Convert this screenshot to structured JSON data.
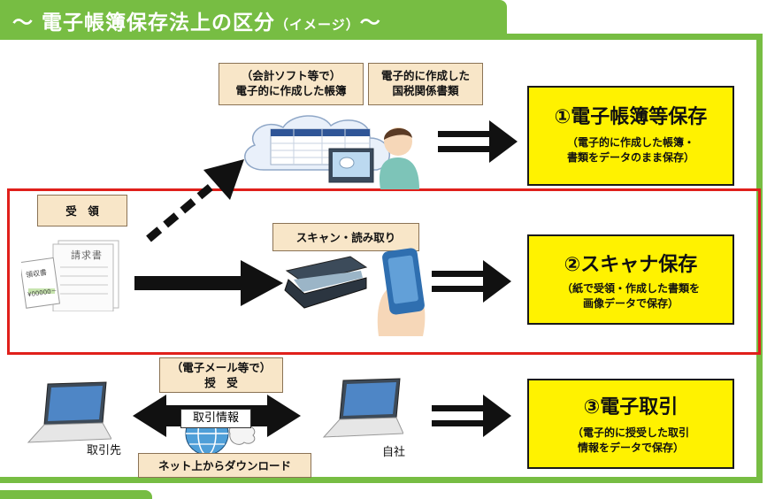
{
  "header": {
    "title_main": "～ 電子帳簿保存法上の区分",
    "title_sub": "（イメージ）",
    "title_tail": "～"
  },
  "labels": {
    "accounting_software": "（会計ソフト等で）",
    "books_created": "電子的に作成した帳簿",
    "docs_created_1": "電子的に作成した",
    "docs_created_2": "国税関係書類",
    "receipt": "受　領",
    "scan_read": "スキャン・読み取り",
    "email_1": "（電子メール等で）",
    "email_2": "授　受",
    "trade_info": "取引情報",
    "download": "ネット上からダウンロード",
    "partner": "取引先",
    "own_company": "自社",
    "invoice_doc": "請求書",
    "receipt_doc": "領収書",
    "receipt_amount": "¥00000－"
  },
  "categories": [
    {
      "title": "①電子帳簿等保存",
      "sub1": "（電子的に作成した帳簿・",
      "sub2": "書類をデータのまま保存）"
    },
    {
      "title": "②スキャナ保存",
      "sub1": "（紙で受領・作成した書類を",
      "sub2": "画像データで保存）"
    },
    {
      "title": "③電子取引",
      "sub1": "（電子的に授受した取引",
      "sub2": "情報をデータで保存）"
    }
  ],
  "colors": {
    "green": "#77bd43",
    "red": "#e0201b",
    "yellow": "#fff200",
    "tan": "#f8e6c8"
  },
  "icons": [
    "cloud-ledger-icon",
    "person-at-computer-icon",
    "scanner-icon",
    "smartphone-icon",
    "paper-documents-icon",
    "laptop-icon",
    "globe-icon"
  ]
}
